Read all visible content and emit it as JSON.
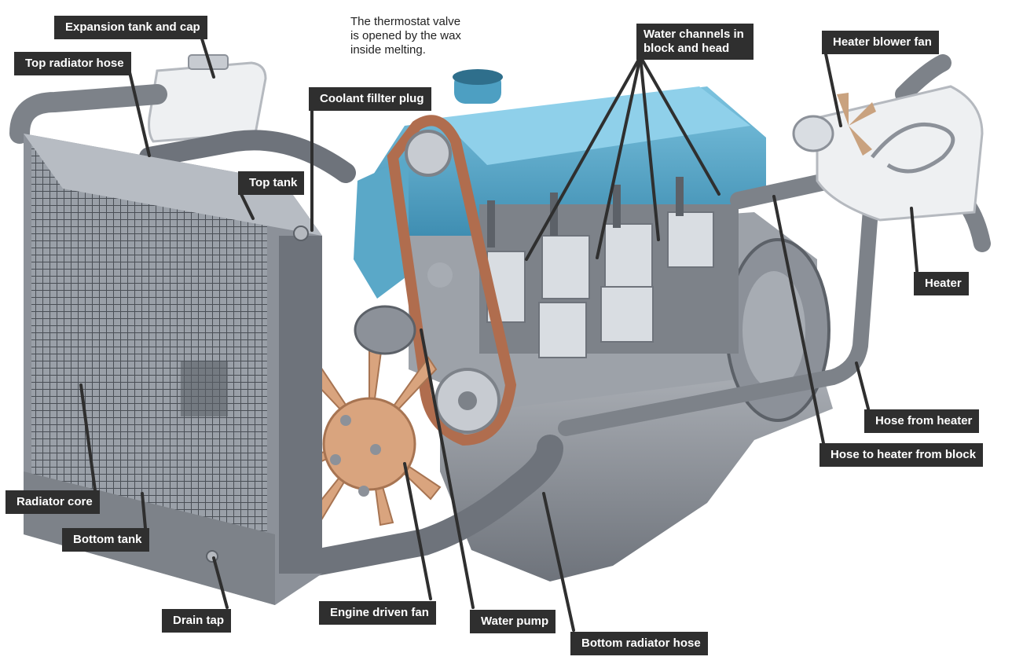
{
  "note": "The thermostat valve\nis opened by the wax\ninside melting.",
  "labels": {
    "expansion_tank": "Expansion tank and cap",
    "top_radiator_hose": "Top radiator hose",
    "top_tank": "Top tank",
    "coolant_filler_plug": "Coolant fillter plug",
    "water_channels": "Water channels in\nblock and head",
    "heater_blower_fan": "Heater blower fan",
    "heater": "Heater",
    "hose_from_heater": "Hose from heater",
    "hose_to_heater": "Hose to heater from block",
    "radiator_core": "Radiator core",
    "bottom_tank": "Bottom tank",
    "drain_tap": "Drain tap",
    "engine_driven_fan": "Engine driven fan",
    "water_pump": "Water pump",
    "bottom_radiator_hose": "Bottom radiator hose"
  },
  "colors": {
    "label_bg": "#2f2f2f",
    "label_text": "#ffffff",
    "engine_blue": "#5aa8c8",
    "metal_grey": "#8a8f97",
    "hose_grey": "#6e737b",
    "fan_tan": "#d9a47e"
  }
}
